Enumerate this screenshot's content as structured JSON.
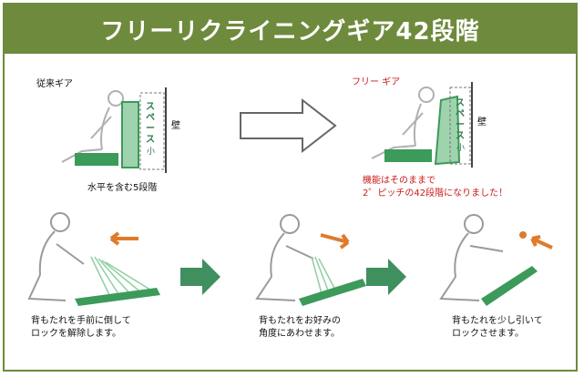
{
  "title": "フリーリクライニングギア42段階",
  "colors": {
    "banner": "#6e8a3c",
    "seat_green": "#3c9a5a",
    "seat_light": "#9fd3ae",
    "arrow_green": "#3f8f5f",
    "accent_orange": "#e07a2a",
    "red_text": "#cc1a1a"
  },
  "conventional": {
    "label": "従来ギア",
    "space_label": "スペース",
    "space_mark": "小",
    "wall_label": "壁",
    "caption": "水平を含む5段階"
  },
  "free": {
    "label": "フリー ギア",
    "space_label": "スペース",
    "space_mark": "小",
    "wall_label": "壁",
    "note_line1": "機能はそのままで",
    "note_line2": "2゜ピッチの42段階になりました！"
  },
  "steps": [
    {
      "line1": "背もたれを手前に倒して",
      "line2": "ロックを解除します。"
    },
    {
      "line1": "背もたれをお好みの",
      "line2": "角度にあわせます。"
    },
    {
      "line1": "背もたれを少し引いて",
      "line2": "ロックさせます。"
    }
  ]
}
